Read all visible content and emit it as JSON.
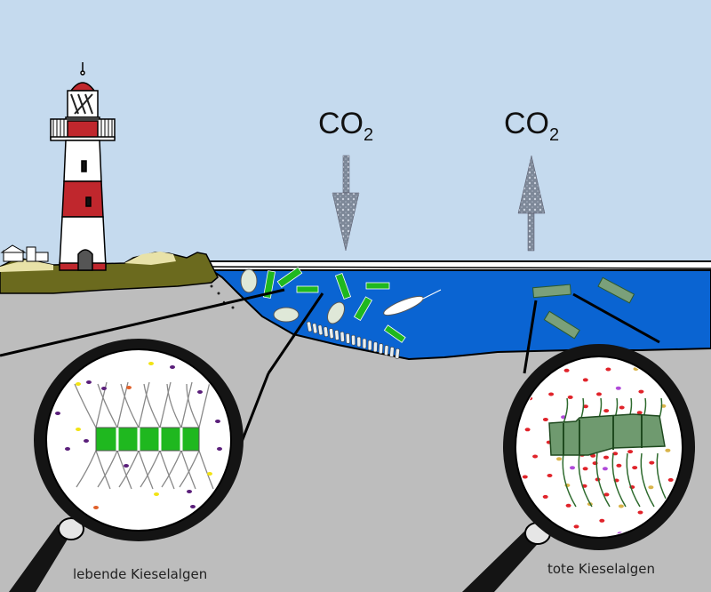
{
  "diagram": {
    "title": "Kieselalgen und CO2-Kreislauf",
    "labels": {
      "co2_down": {
        "base": "CO",
        "sub": "2",
        "direction": "down"
      },
      "co2_up": {
        "base": "CO",
        "sub": "2",
        "direction": "up"
      },
      "living_caption": "lebende Kieselalgen",
      "dead_caption": "tote Kieselalgen"
    },
    "colors": {
      "sky": "#c5daee",
      "water": "#0a64d2",
      "seabed": "#bdbdbd",
      "dune_grass": "#6b6a1e",
      "dune_sand": "#e8e2a8",
      "lighthouse_red": "#c0272d",
      "living_diatom": "#1fb81f",
      "dead_diatom": "#6f9a6f",
      "arrow": "#8a96a8"
    },
    "elements": {
      "lighthouse": "Leuchtturm",
      "left_magnifier": "Lupe lebende Kieselalgen",
      "right_magnifier": "Lupe tote Kieselalgen"
    }
  }
}
